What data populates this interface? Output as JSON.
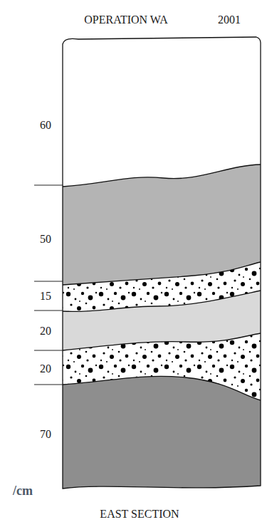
{
  "diagram": {
    "title": "OPERATION WA",
    "caption": "EAST SECTION",
    "labels": [
      "2001",
      "60",
      "50",
      "15",
      "20",
      "20",
      "70",
      "/cm"
    ]
  }
}
